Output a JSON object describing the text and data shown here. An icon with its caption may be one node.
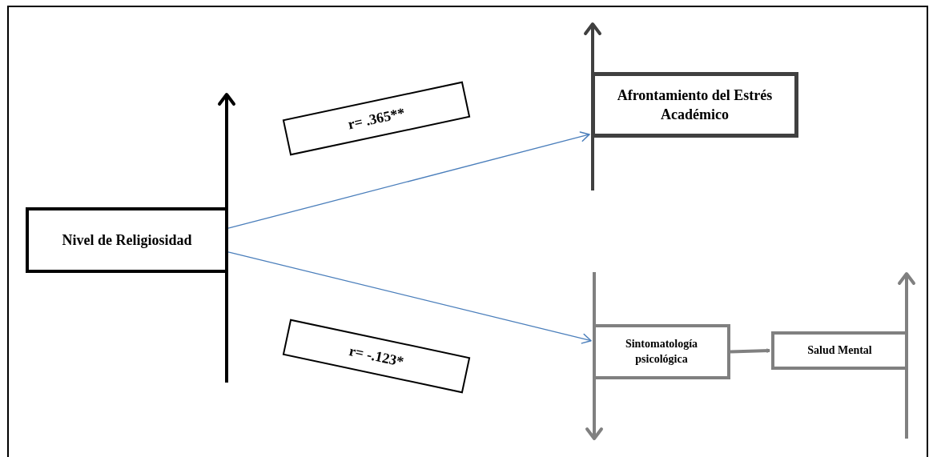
{
  "diagram": {
    "nodes": [
      {
        "text": [
          "Nivel de Religiosidad"
        ]
      },
      {
        "text": [
          "r= .365**"
        ]
      },
      {
        "text": [
          "r= -.123*"
        ]
      },
      {
        "text": [
          "Afrontamiento del Estrés Académico"
        ]
      },
      {
        "text": [
          "Sintomatología psicológica"
        ]
      },
      {
        "text": [
          "Salud Mental"
        ]
      }
    ],
    "edges": [
      {
        "from": 0,
        "to": 3,
        "arrow": "to"
      },
      {
        "from": 0,
        "to": 4,
        "arrow": "to"
      },
      {
        "from": 4,
        "to": 5,
        "arrow": "to",
        "style": "thick",
        "color": "#808080"
      }
    ]
  }
}
